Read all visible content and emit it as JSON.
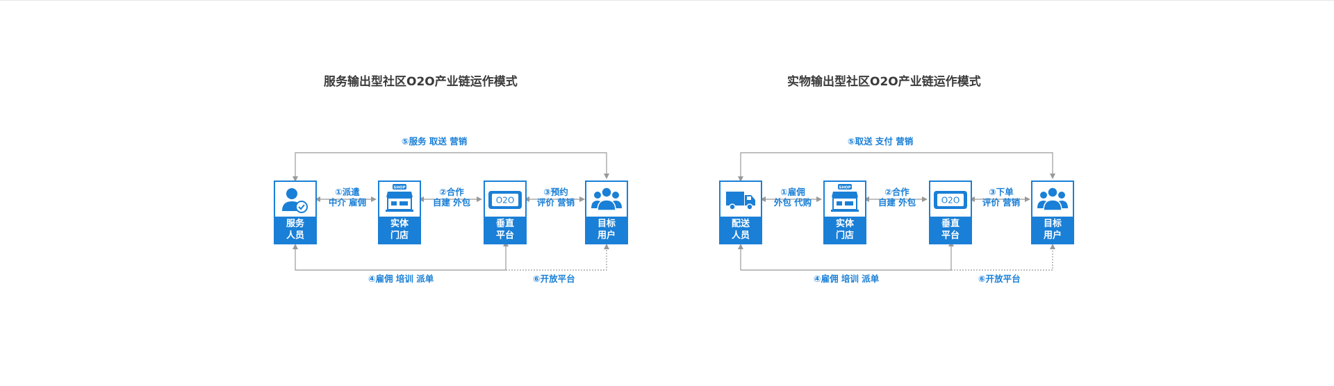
{
  "left": {
    "title": "服务输出型社区O2O产业链运作模式",
    "nodes": [
      {
        "line1": "服务",
        "line2": "人员",
        "icon": "service-person-icon"
      },
      {
        "line1": "实体",
        "line2": "门店",
        "icon": "shop-icon"
      },
      {
        "line1": "垂直",
        "line2": "平台",
        "icon": "o2o-icon"
      },
      {
        "line1": "目标",
        "line2": "用户",
        "icon": "users-icon"
      }
    ],
    "edges": [
      {
        "top": "①派遣",
        "bottom": "中介  雇佣"
      },
      {
        "top": "②合作",
        "bottom": "自建  外包"
      },
      {
        "top": "③预约",
        "bottom": "评价  营销"
      }
    ],
    "top_loop": "⑤服务    取送    营销",
    "bottom_loop": "④雇佣    培训    派单",
    "open_platform": "⑥开放平台"
  },
  "right": {
    "title": "实物输出型社区O2O产业链运作模式",
    "nodes": [
      {
        "line1": "配送",
        "line2": "人员",
        "icon": "truck-icon"
      },
      {
        "line1": "实体",
        "line2": "门店",
        "icon": "shop-icon"
      },
      {
        "line1": "垂直",
        "line2": "平台",
        "icon": "o2o-icon"
      },
      {
        "line1": "目标",
        "line2": "用户",
        "icon": "users-icon"
      }
    ],
    "edges": [
      {
        "top": "①雇佣",
        "bottom": "外包  代购"
      },
      {
        "top": "②合作",
        "bottom": "自建  外包"
      },
      {
        "top": "③下单",
        "bottom": "评价  营销"
      }
    ],
    "top_loop": "⑤取送    支付    营销",
    "bottom_loop": "④雇佣    培训    派单",
    "open_platform": "⑥开放平台"
  },
  "icon_text": {
    "shop_sign": "SHOP",
    "o2o": "O2O"
  },
  "colors": {
    "accent": "#1a7fd6",
    "connector": "#999999",
    "title": "#3a3a3a"
  }
}
